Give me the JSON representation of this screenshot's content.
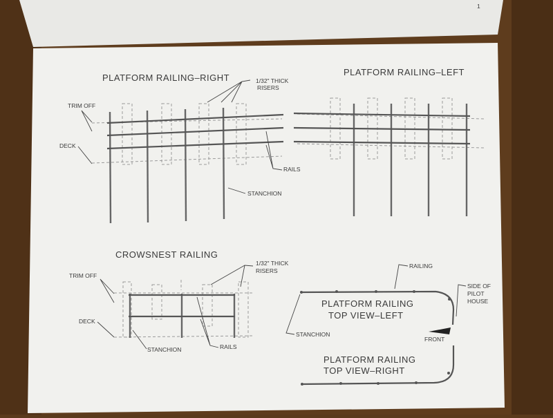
{
  "colors": {
    "paper": "#f1f1ee",
    "ink": "#3a3a3a",
    "wood": "#5a3a1c"
  },
  "page_number": "1",
  "platform_right": {
    "title": "PLATFORM RAILING–RIGHT",
    "riser_note_line1": "1/32\" THICK",
    "riser_note_line2": "RISERS",
    "trim_off": "TRIM OFF",
    "deck": "DECK",
    "rails": "RAILS",
    "stanchion": "STANCHION"
  },
  "platform_left": {
    "title": "PLATFORM RAILING–LEFT"
  },
  "crowsnest": {
    "title": "CROWSNEST RAILING",
    "riser_note_line1": "1/32\" THICK",
    "riser_note_line2": "RISERS",
    "trim_off": "TRIM OFF",
    "deck": "DECK",
    "stanchion": "STANCHION",
    "rails": "RAILS"
  },
  "top_view": {
    "railing": "RAILING",
    "side_line1": "SIDE OF",
    "side_line2": "PILOT",
    "side_line3": "HOUSE",
    "left_line1": "PLATFORM RAILING",
    "left_line2": "TOP VIEW–LEFT",
    "stanchion": "STANCHION",
    "front": "FRONT",
    "right_line1": "PLATFORM RAILING",
    "right_line2": "TOP VIEW–RIGHT"
  }
}
